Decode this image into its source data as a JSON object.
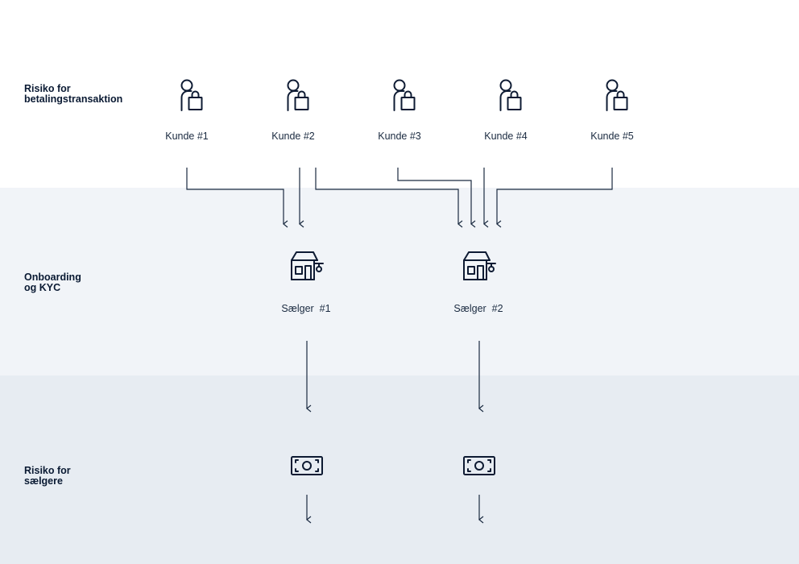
{
  "rows": {
    "payment_risk": "Risiko for\nbetalingstransaktion",
    "onboarding": "Onboarding\nog KYC",
    "seller_risk": "Risiko for\nsælgere"
  },
  "customers": [
    "Kunde #1",
    "Kunde #2",
    "Kunde #3",
    "Kunde #4",
    "Kunde #5"
  ],
  "sellers": [
    "Sælger  #1",
    "Sælger  #2"
  ],
  "icons": {
    "customer": "customer-shopping-icon",
    "seller": "storefront-icon",
    "payout": "banknote-icon"
  },
  "colors": {
    "band_top": "#ffffff",
    "band_mid": "#f1f4f8",
    "band_bot": "#e7ecf2",
    "ink": "#0e1b33"
  }
}
